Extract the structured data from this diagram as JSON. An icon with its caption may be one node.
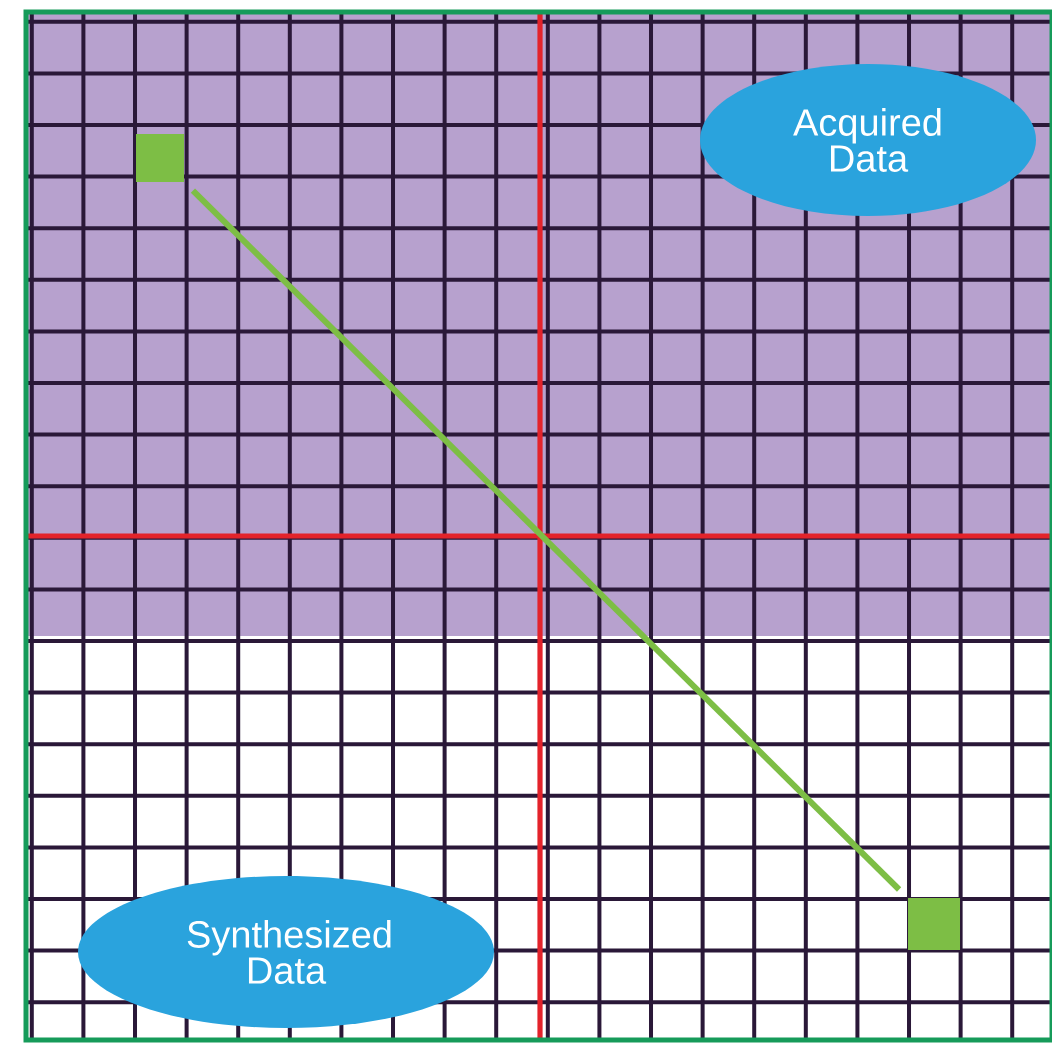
{
  "diagram": {
    "nodes": [
      {
        "text": [
          "Acquired Data"
        ]
      },
      {
        "text": [
          "Synthesized Data"
        ]
      },
      {
        "text": [],
        "shape": "box"
      },
      {
        "text": [],
        "shape": "box"
      }
    ],
    "edges": [
      {
        "from": 2,
        "to": 3,
        "arrow": "none"
      }
    ]
  }
}
